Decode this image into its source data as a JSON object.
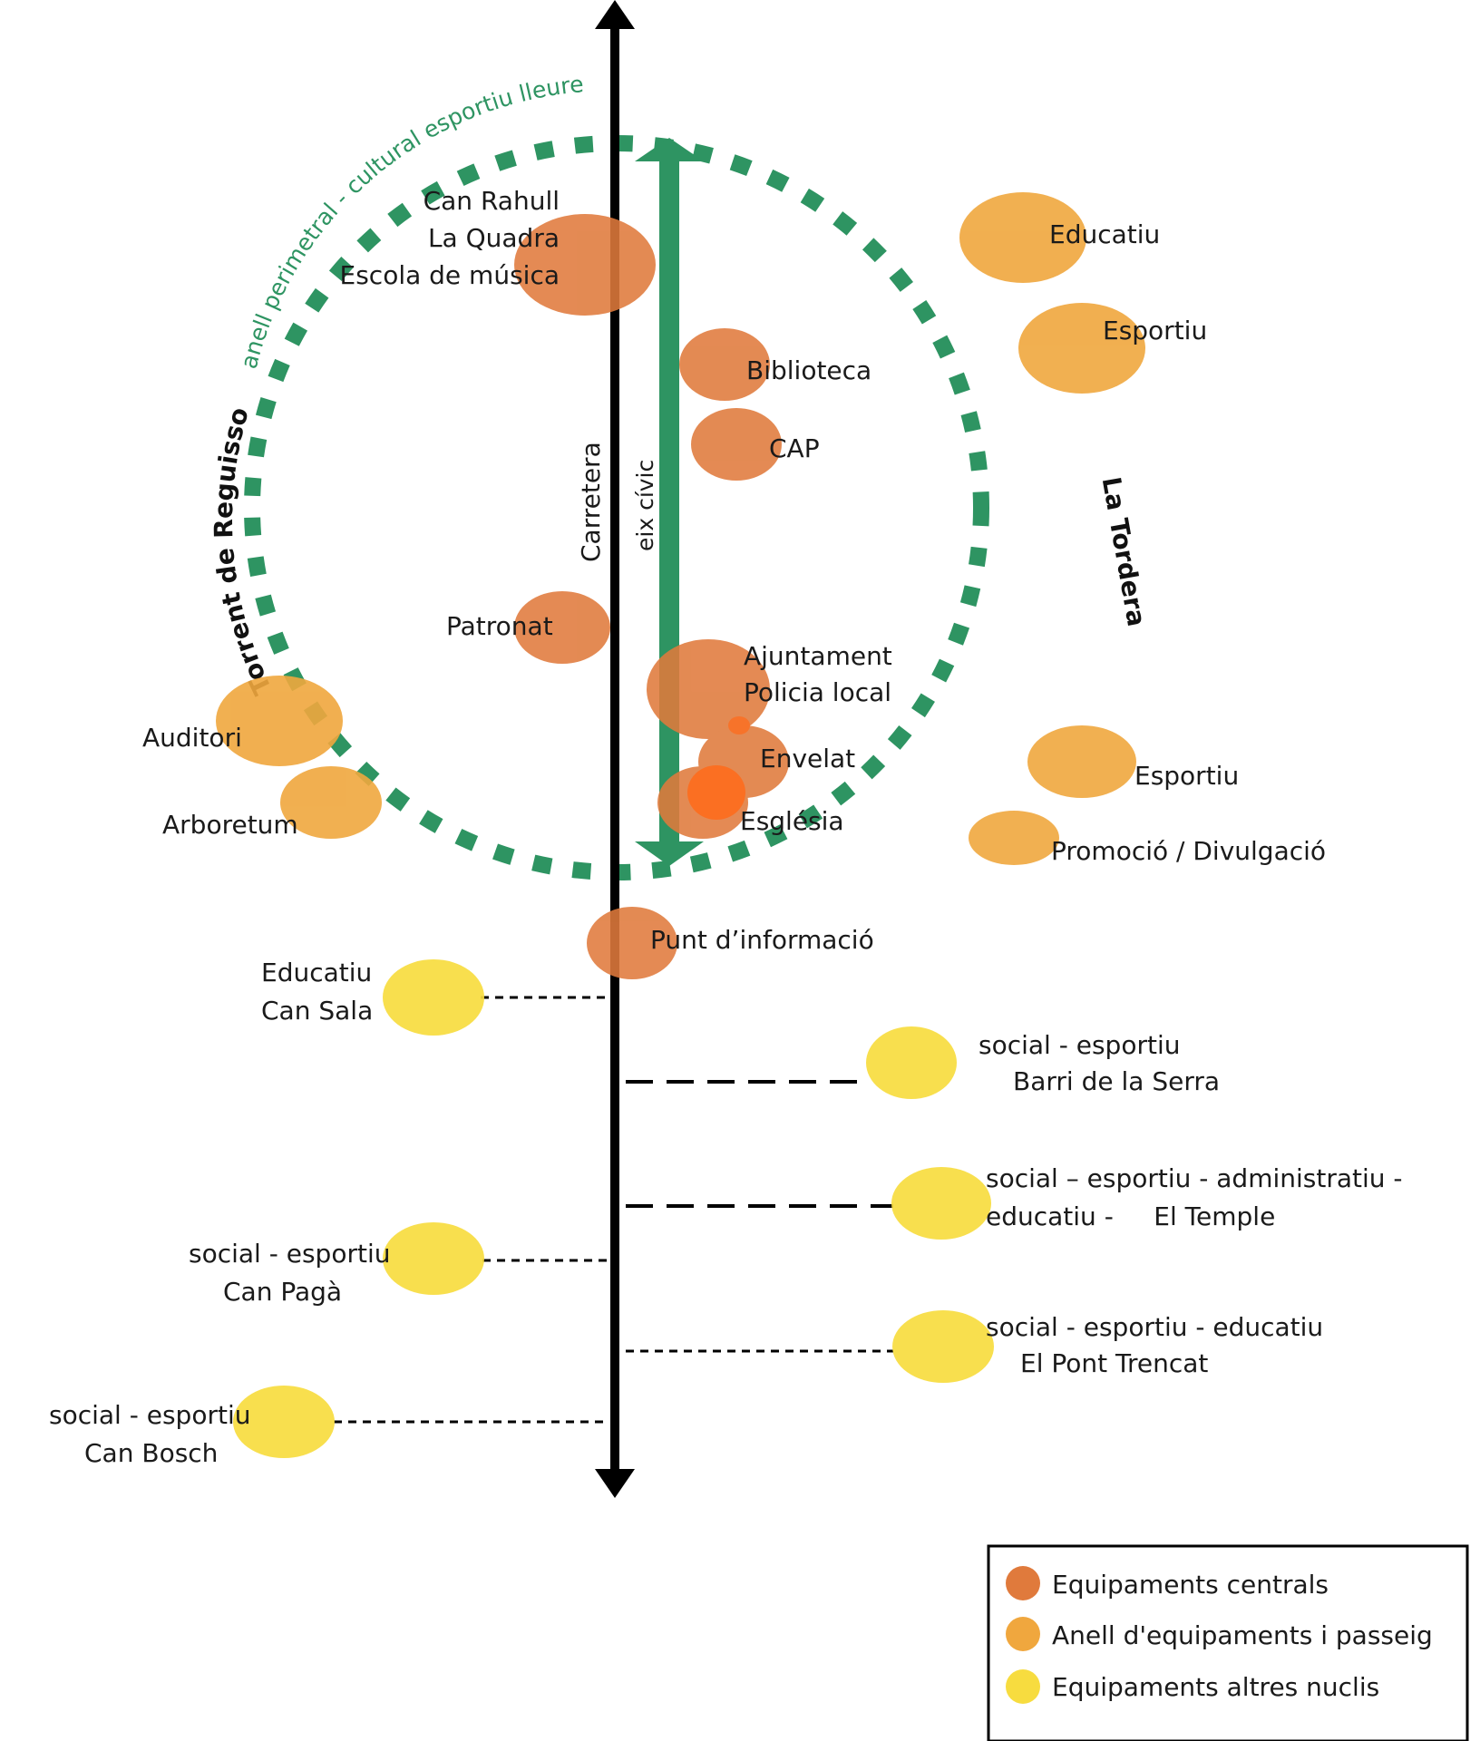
{
  "colors": {
    "central": "#e07a3c",
    "ring": "#f0a73e",
    "other": "#f7dc3f",
    "green": "#2e9462",
    "overlap": "#ff6a1a",
    "road": "#000000"
  },
  "labels": {
    "ring_path": "anell perimetral - cultural esportiu lleure",
    "river_left": "Torrent de Reguissol",
    "river_right": "La Tordera",
    "road": "Carretera",
    "civic_axis": "eix cívic"
  },
  "central": {
    "can_rahull": "Can Rahull",
    "la_quadra": "La Quadra",
    "escola_musica": "Escola de música",
    "biblioteca": "Biblioteca",
    "cap": "CAP",
    "patronat": "Patronat",
    "ajuntament": "Ajuntament",
    "policia": "Policia local",
    "envelat": "Envelat",
    "esglesia": "Església",
    "punt_info": "Punt d’informació"
  },
  "ring": {
    "educatiu": "Educatiu",
    "esportiu_top": "Esportiu",
    "auditori": "Auditori",
    "arboretum": "Arboretum",
    "esportiu_bottom": "Esportiu",
    "promocio": "Promoció / Divulgació"
  },
  "nuclis": {
    "can_sala_1": "Educatiu",
    "can_sala_2": "Can Sala",
    "barri_serra_1": "social - esportiu",
    "barri_serra_2": "Barri de la Serra",
    "el_temple_1": "social – esportiu - administratiu  -",
    "el_temple_2": "educatiu -     El Temple",
    "can_paga_1": "social - esportiu",
    "can_paga_2": "Can Pagà",
    "pont_trencat_1": "social - esportiu - educatiu",
    "pont_trencat_2": "El Pont Trencat",
    "can_bosch_1": "social - esportiu",
    "can_bosch_2": "Can Bosch"
  },
  "legend": {
    "items": [
      {
        "label": "Equipaments centrals"
      },
      {
        "label": "Anell d'equipaments i passeig"
      },
      {
        "label": "Equipaments altres nuclis"
      }
    ]
  }
}
